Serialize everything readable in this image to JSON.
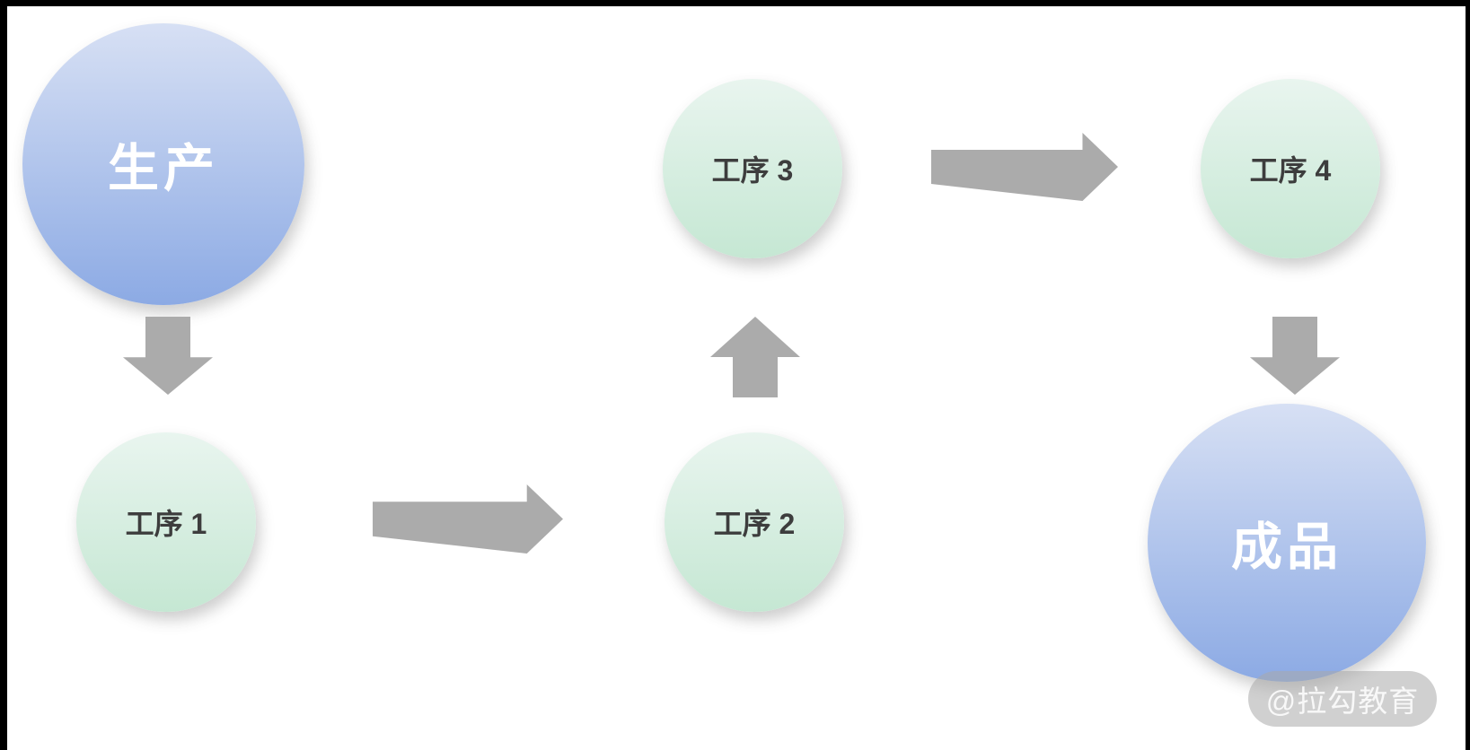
{
  "diagram": {
    "title": "production process flow",
    "nodes": [
      {
        "id": "production",
        "label": "生产",
        "shape": "circle",
        "style": "blue-large"
      },
      {
        "id": "step1",
        "label": "工序 1",
        "shape": "circle",
        "style": "green-small"
      },
      {
        "id": "step2",
        "label": "工序 2",
        "shape": "circle",
        "style": "green-small"
      },
      {
        "id": "step3",
        "label": "工序 3",
        "shape": "circle",
        "style": "green-small"
      },
      {
        "id": "step4",
        "label": "工序 4",
        "shape": "circle",
        "style": "green-small"
      },
      {
        "id": "finished",
        "label": "成品",
        "shape": "circle",
        "style": "blue-large"
      }
    ],
    "arrows": [
      {
        "from": "生产",
        "to": "工序 1",
        "direction": "down"
      },
      {
        "from": "工序 1",
        "to": "工序 2",
        "direction": "right"
      },
      {
        "from": "工序 2",
        "to": "工序 3",
        "direction": "up"
      },
      {
        "from": "工序 3",
        "to": "工序 4",
        "direction": "right"
      },
      {
        "from": "工序 4",
        "to": "成品",
        "direction": "down"
      }
    ]
  },
  "watermark": {
    "text": "@拉勾教育"
  },
  "colors": {
    "frame_black": "#000000",
    "slide_white": "#ffffff",
    "blue_top": "#d7e0f4",
    "blue_bottom": "#8caae4",
    "green_top": "#e9f5ef",
    "green_bottom": "#c5e7d3",
    "arrow_gray": "#ababab",
    "step_text": "#3d3d3d",
    "big_text": "#ffffff",
    "watermark_bg": "rgba(170,170,170,0.55)",
    "watermark_text": "rgba(255,255,255,0.85)"
  }
}
